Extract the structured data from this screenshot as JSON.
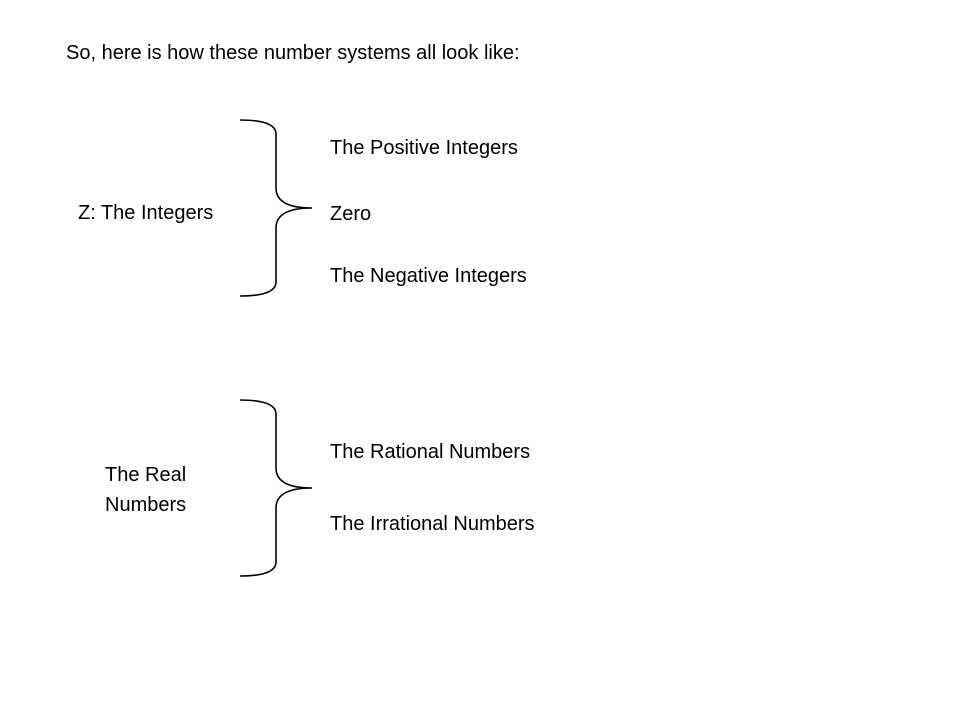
{
  "heading": "So, here is how these number systems all look like:",
  "groups": [
    {
      "label": "Z:  The Integers",
      "members": [
        "The Positive Integers",
        "Zero",
        "The Negative Integers"
      ]
    },
    {
      "label": "The Real Numbers",
      "members": [
        "The Rational Numbers",
        "The Irrational Numbers"
      ]
    }
  ],
  "colors": {
    "text": "#000000",
    "background": "#ffffff"
  }
}
